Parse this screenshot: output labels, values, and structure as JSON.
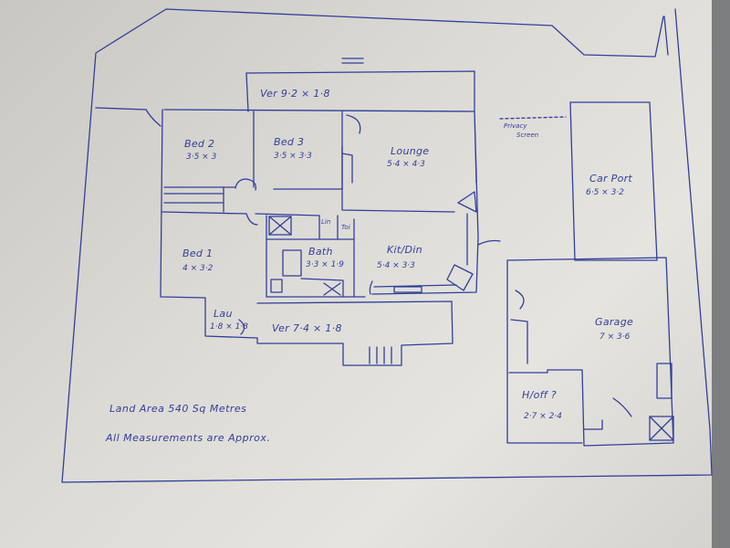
{
  "colors": {
    "ink": "#2f3f9c",
    "paper": "#e2e0db",
    "background": "#8b8b8c"
  },
  "rooms": {
    "ver_top": {
      "label": "Ver 9·2 × 1·8"
    },
    "bed2": {
      "label": "Bed 2",
      "dims": "3·5 × 3"
    },
    "bed3": {
      "label": "Bed 3",
      "dims": "3·5 × 3·3"
    },
    "lounge": {
      "label": "Lounge",
      "dims": "5·4 × 4·3"
    },
    "bed1": {
      "label": "Bed 1",
      "dims": "4 × 3·2"
    },
    "bath": {
      "label": "Bath",
      "dims": "3·3 × 1·9"
    },
    "lin": {
      "label": "Lin"
    },
    "wc": {
      "label": "Toi"
    },
    "kitdin": {
      "label": "Kit/Din",
      "dims": "5·4 × 3·3"
    },
    "lau": {
      "label": "Lau",
      "dims": "1·8 × 1·8"
    },
    "ver_bottom": {
      "label": "Ver 7·4 × 1·8"
    },
    "carport": {
      "label": "Car Port",
      "dims": "6·5 × 3·2"
    },
    "garage": {
      "label": "Garage",
      "dims": "7 × 3·6"
    },
    "hoff": {
      "label": "H/off ?",
      "dims": "2·7 × 2·4"
    }
  },
  "annotations": {
    "privacy_screen": [
      "Privacy",
      "Screen"
    ],
    "land_area": "Land Area 540 Sq Metres",
    "approx_note": "All Measurements are Approx."
  }
}
